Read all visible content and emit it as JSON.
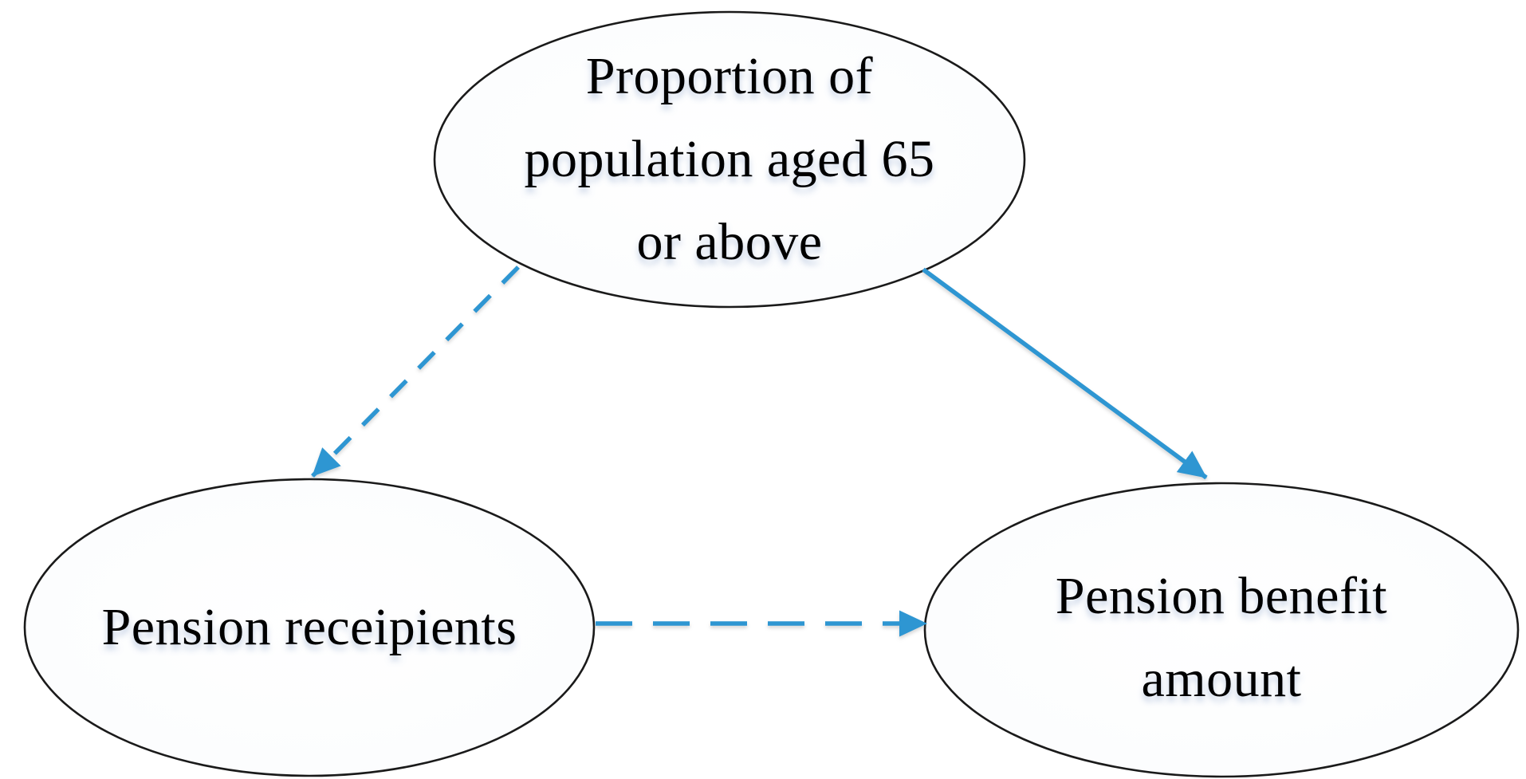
{
  "figure": {
    "type": "path-diagram",
    "background_color": "#ffffff",
    "arrow_color": "#2E96D2",
    "node_border_color": "#1a1a1a",
    "node_fill_tint": "#edf2fa",
    "text_color": "#000000",
    "nodes": [
      {
        "id": "aged-population",
        "label": "Proportion of population aged 65 or above",
        "lines": [
          "Proportion of",
          "population aged 65",
          "or above"
        ]
      },
      {
        "id": "pension-recipients",
        "label": "Pension receipients",
        "lines": [
          "Pension receipients"
        ]
      },
      {
        "id": "pension-benefit",
        "label": "Pension benefit amount",
        "lines": [
          "Pension benefit",
          "amount"
        ]
      }
    ],
    "edges": [
      {
        "id": "aged-to-recipients",
        "from": "aged-population",
        "to": "pension-recipients",
        "line_style": "dashed",
        "has_arrowhead": true
      },
      {
        "id": "aged-to-benefit",
        "from": "aged-population",
        "to": "pension-benefit",
        "line_style": "solid",
        "has_arrowhead": true
      },
      {
        "id": "recipients-to-benefit",
        "from": "pension-recipients",
        "to": "pension-benefit",
        "line_style": "dashed",
        "has_arrowhead": true
      }
    ]
  }
}
